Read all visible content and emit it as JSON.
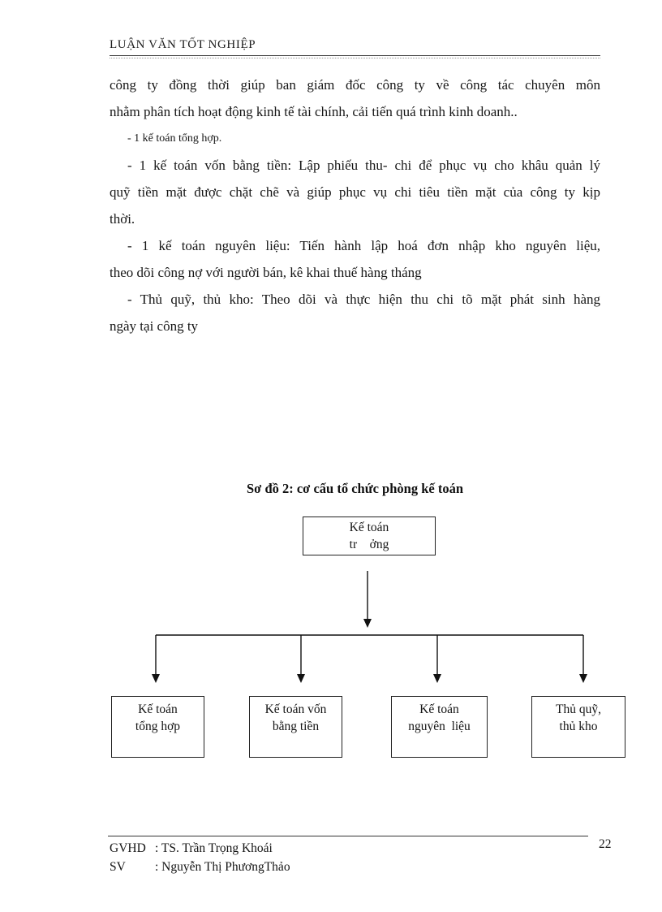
{
  "header": {
    "title": "LUẬN VĂN TỐT NGHIỆP"
  },
  "body": {
    "lines": [
      "công ty đồng thời giúp ban giám đốc công ty về công tác chuyên môn",
      "nhằm phân tích hoạt động kinh tế tài chính, cải tiến quá trình kinh doanh..",
      "- 1 kế toán tổng hợp.",
      "- 1 kế toán vốn bằng tiền: Lập phiếu thu- chi để phục vụ cho khâu quản lý",
      "quỹ tiền mặt được chặt chẽ và giúp phục vụ chi tiêu tiền mặt của công ty kịp",
      "thời.",
      "- 1 kế toán nguyên liệu: Tiến hành lập hoá đơn nhập kho nguyên liệu,",
      "theo dõi công nợ với người bán, kê khai thuế hàng tháng",
      "- Thủ quỹ, thủ kho: Theo dõi và thực hiện thu chi tõ mặt phát sinh hàng",
      "ngày tại công ty"
    ]
  },
  "diagram": {
    "title": "Sơ đồ 2: cơ cấu tổ chức phòng kế toán",
    "root": {
      "line1": "Kế toán",
      "line2": "tr    ởng"
    },
    "children": [
      {
        "line1": "Kế toán",
        "line2": "tổng hợp"
      },
      {
        "line1": "Kế toán vốn",
        "line2": "bằng tiền"
      },
      {
        "line1": "Kế toán",
        "line2": "nguyên  liệu"
      },
      {
        "line1": "Thủ quỹ,",
        "line2": "thủ kho"
      }
    ],
    "line_color": "#111111"
  },
  "footer": {
    "advisor_label": "GVHD",
    "advisor_value": ": TS. Trần Trọng Khoái",
    "student_label": "SV",
    "student_value": ": Nguyễn Thị PhươngThảo",
    "page_number": "22"
  }
}
